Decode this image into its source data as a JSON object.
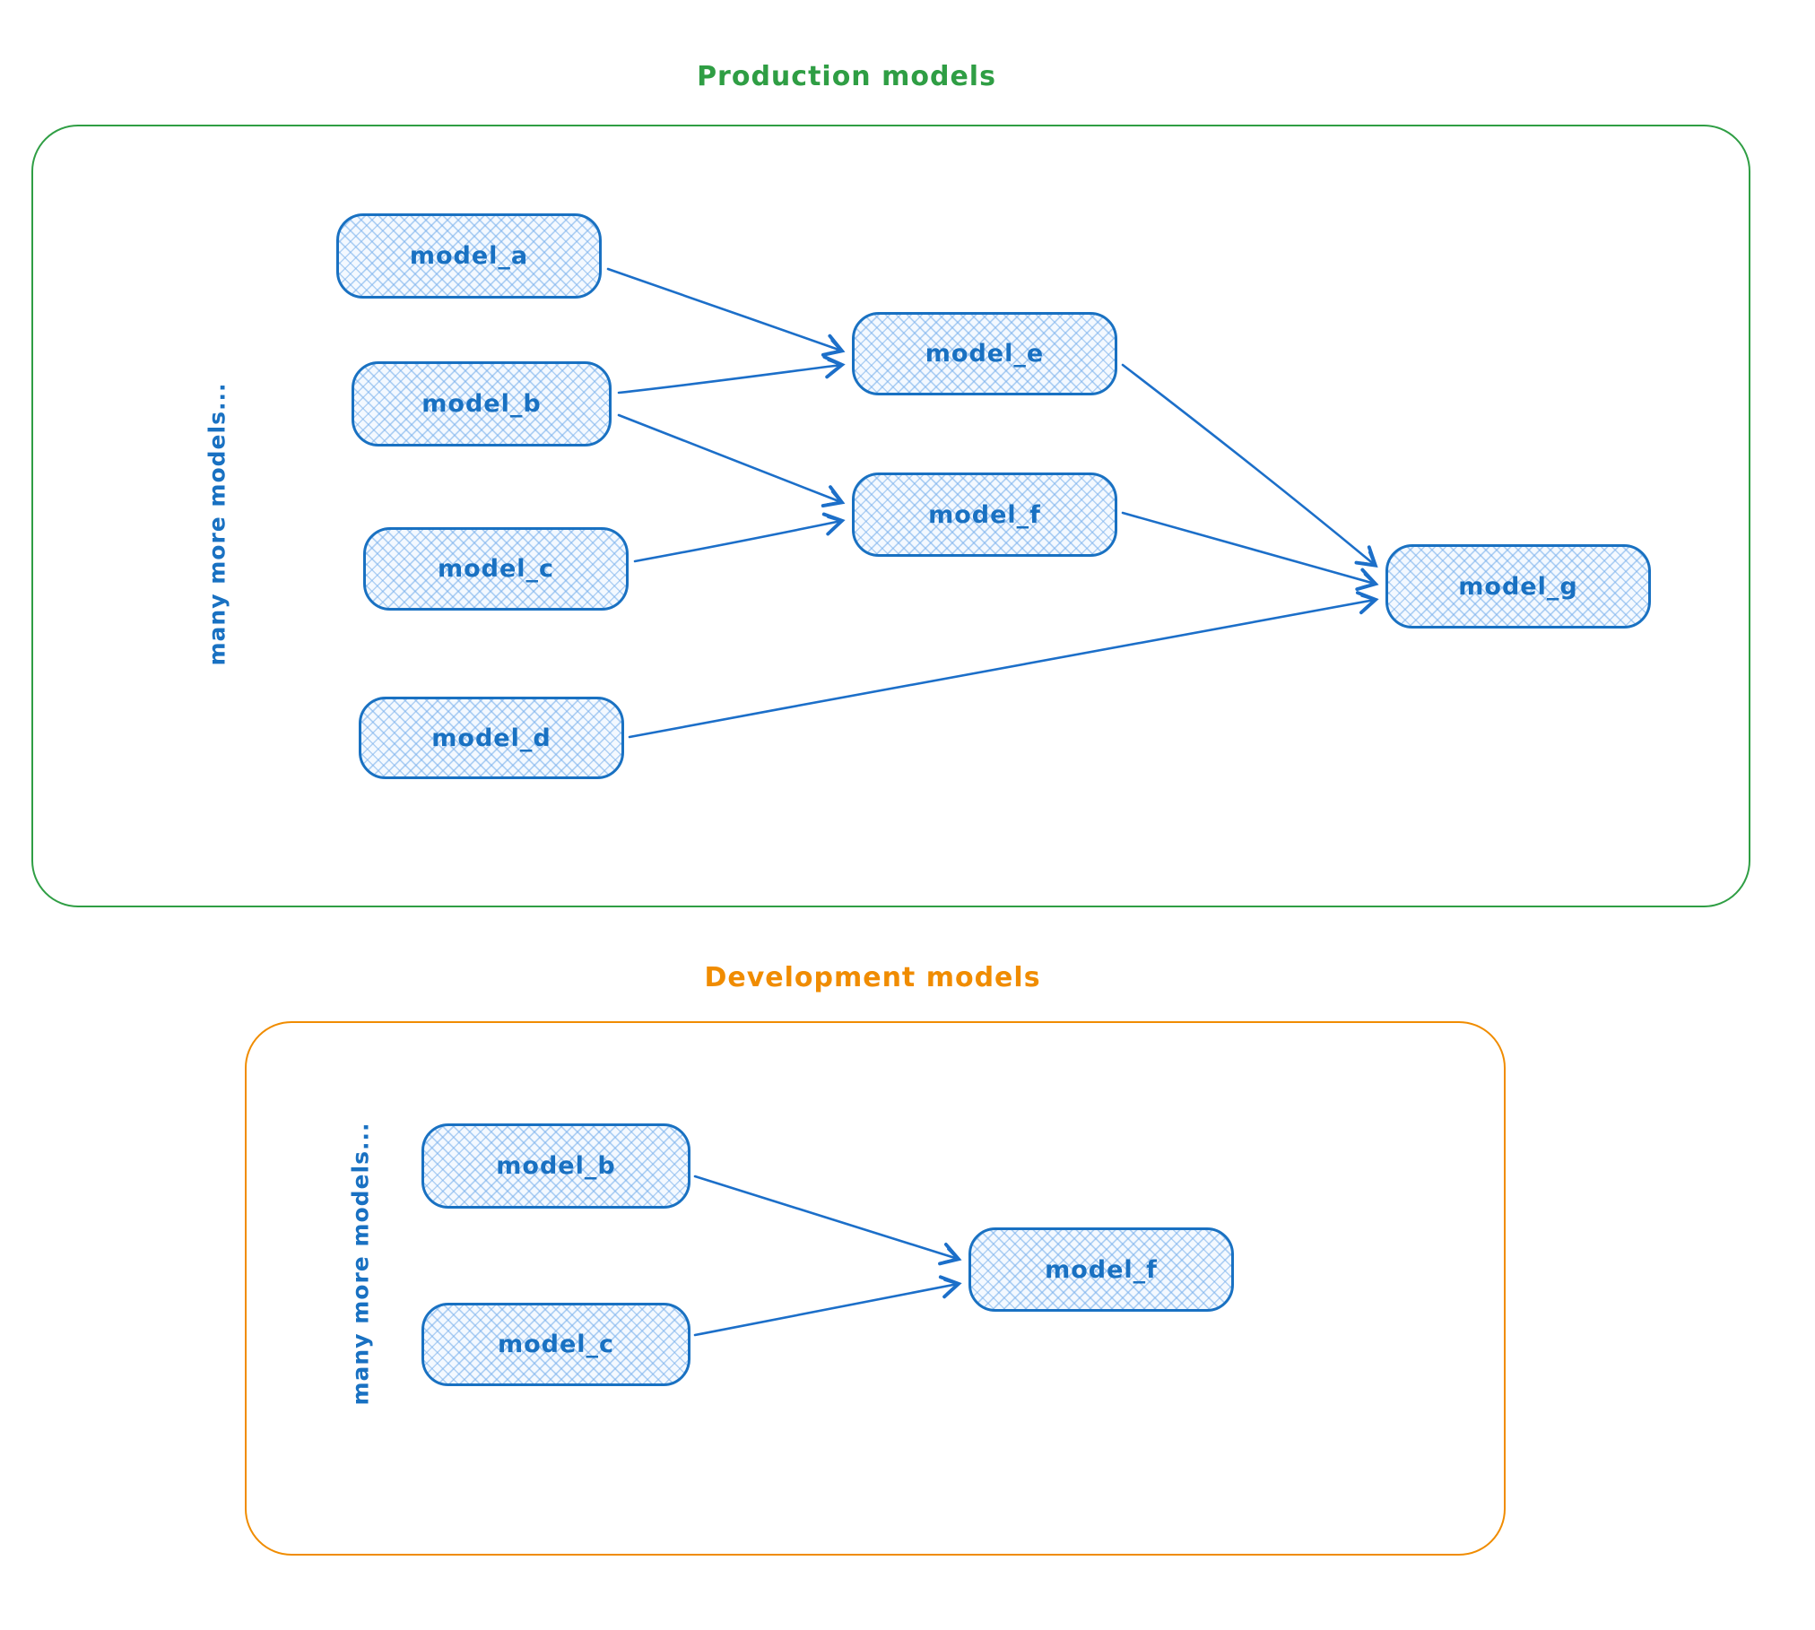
{
  "production": {
    "title": "Production models",
    "accent_color": "#2f9e44",
    "side_label": "many more models...",
    "nodes": {
      "a": {
        "label": "model_a"
      },
      "b": {
        "label": "model_b"
      },
      "c": {
        "label": "model_c"
      },
      "d": {
        "label": "model_d"
      },
      "e": {
        "label": "model_e"
      },
      "f": {
        "label": "model_f"
      },
      "g": {
        "label": "model_g"
      }
    },
    "edges": [
      {
        "from": "model_a",
        "to": "model_e"
      },
      {
        "from": "model_b",
        "to": "model_e"
      },
      {
        "from": "model_b",
        "to": "model_f"
      },
      {
        "from": "model_c",
        "to": "model_f"
      },
      {
        "from": "model_e",
        "to": "model_g"
      },
      {
        "from": "model_f",
        "to": "model_g"
      },
      {
        "from": "model_d",
        "to": "model_g"
      }
    ]
  },
  "development": {
    "title": "Development models",
    "accent_color": "#f08c00",
    "side_label": "many more models...",
    "nodes": {
      "b": {
        "label": "model_b"
      },
      "c": {
        "label": "model_c"
      },
      "f": {
        "label": "model_f"
      }
    },
    "edges": [
      {
        "from": "model_b",
        "to": "model_f"
      },
      {
        "from": "model_c",
        "to": "model_f"
      }
    ]
  },
  "colors": {
    "node_stroke": "#1971c2",
    "node_fill_hatch": "#a5d8ff",
    "node_text": "#1971c2",
    "edge_stroke": "#1c6fc9",
    "production_accent": "#2f9e44",
    "development_accent": "#f08c00"
  }
}
